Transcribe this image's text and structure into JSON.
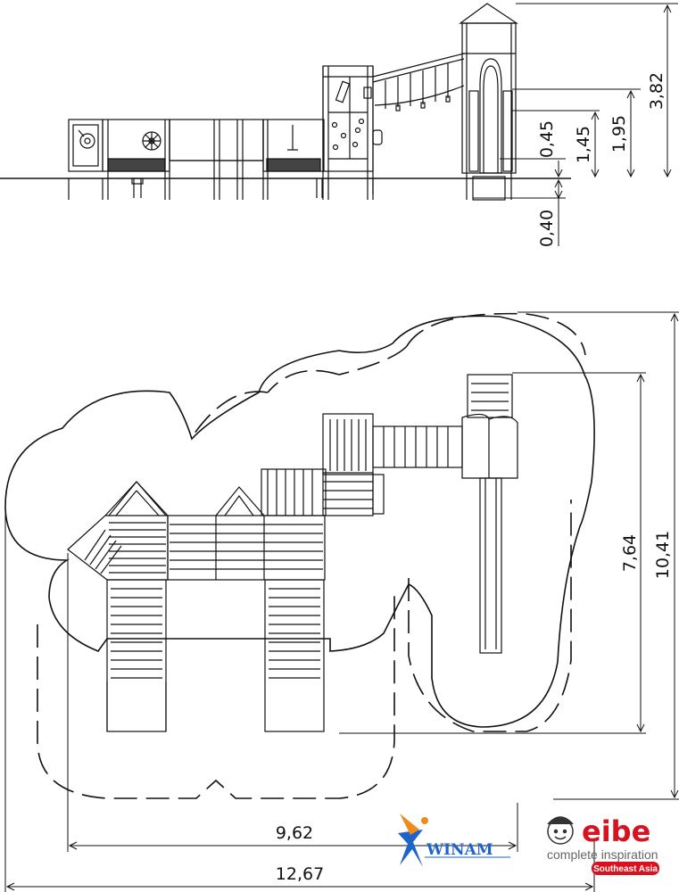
{
  "elevation": {
    "dims": [
      "3,82",
      "1,95",
      "1,45",
      "0,45",
      "0,40"
    ]
  },
  "plan": {
    "dims": [
      "7,64",
      "10,41",
      "9,62",
      "12,67"
    ]
  },
  "branding": {
    "winam": "WINAM",
    "eibe": "eibe",
    "eibe_tagline": "complete inspiration",
    "eibe_region": "Southeast Asia",
    "colors": {
      "eibe_red": "#d9121f",
      "winam_blue": "#1e63c9",
      "winam_orange": "#f08a1c"
    }
  }
}
